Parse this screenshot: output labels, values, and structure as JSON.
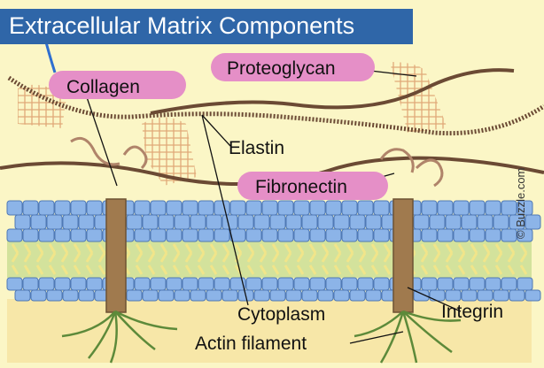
{
  "title": "Extracellular Matrix Components",
  "labels": {
    "collagen": "Collagen",
    "proteoglycan": "Proteoglycan",
    "elastin": "Elastin",
    "fibronectin": "Fibronectin",
    "cytoplasm": "Cytoplasm",
    "integrin": "Integrin",
    "actin_filament": "Actin filament"
  },
  "credit": "© Buzzle.com",
  "colors": {
    "matrix_background": "#fbf6c6",
    "title_bar": "#2f66a8",
    "label_pill": "#e58fc7",
    "membrane_head": "#8cb4e8",
    "membrane_tail": "#cfe09a",
    "cytoplasm": "#f7e7a8",
    "integrin": "#a07a4e",
    "fiber": "#6b4a34",
    "actin": "#5d8a3a"
  }
}
